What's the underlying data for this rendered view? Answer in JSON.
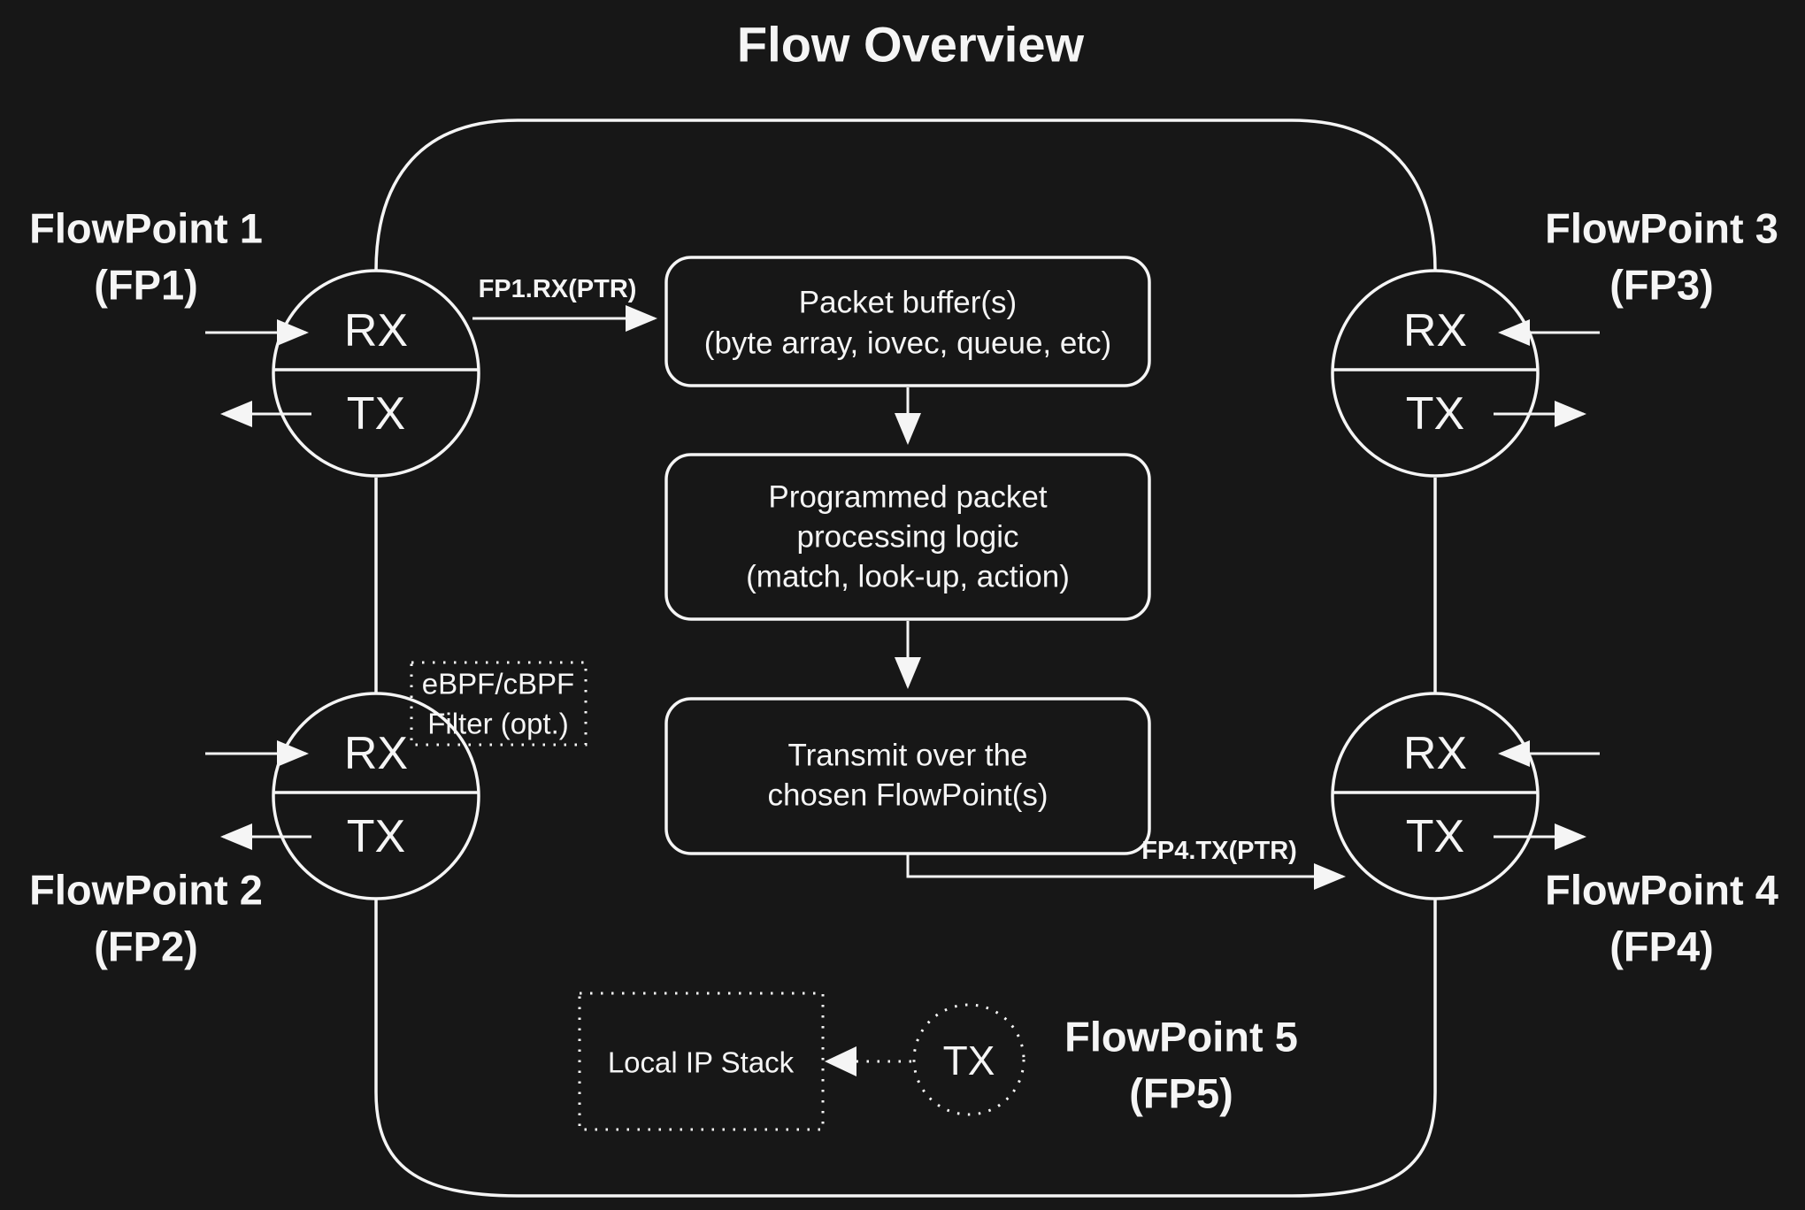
{
  "title": "Flow Overview",
  "colors": {
    "background": "#171717",
    "stroke": "#f5f5f5"
  },
  "flowpoints": {
    "fp1": {
      "name": "FlowPoint 1",
      "abbr": "(FP1)",
      "rx": "RX",
      "tx": "TX"
    },
    "fp2": {
      "name": "FlowPoint 2",
      "abbr": "(FP2)",
      "rx": "RX",
      "tx": "TX"
    },
    "fp3": {
      "name": "FlowPoint 3",
      "abbr": "(FP3)",
      "rx": "RX",
      "tx": "TX"
    },
    "fp4": {
      "name": "FlowPoint 4",
      "abbr": "(FP4)",
      "rx": "RX",
      "tx": "TX"
    },
    "fp5": {
      "name": "FlowPoint 5",
      "abbr": "(FP5)",
      "tx": "TX"
    }
  },
  "labels": {
    "fp1_rx_ptr": "FP1.RX(PTR)",
    "fp4_tx_ptr": "FP4.TX(PTR)"
  },
  "boxes": {
    "packet_buffer": {
      "lines": [
        "Packet buffer(s)",
        "(byte array, iovec, queue, etc)"
      ]
    },
    "processing": {
      "lines": [
        "Programmed packet",
        "processing logic",
        "(match, look-up, action)"
      ]
    },
    "transmit": {
      "lines": [
        "Transmit over the",
        "chosen FlowPoint(s)"
      ]
    },
    "ebpf_filter": {
      "lines": [
        "eBPF/cBPF",
        "Filter (opt.)"
      ]
    },
    "local_ip_stack": {
      "label": "Local IP Stack"
    }
  }
}
